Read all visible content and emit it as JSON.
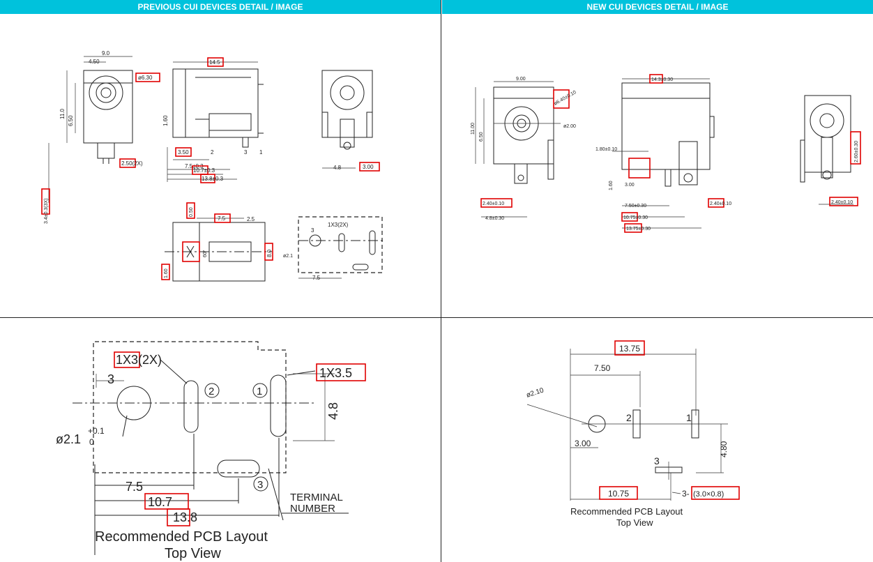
{
  "headers": {
    "previous": "PREVIOUS CUI DEVICES DETAIL / IMAGE",
    "new": "NEW CUI DEVICES DETAIL / IMAGE"
  },
  "prev_detail": {
    "dims": {
      "w_9": "9.0",
      "w_450": "4.50",
      "dia_630": "ø6.30",
      "h_110": "11.0",
      "h_650": "6.50",
      "pin_250": "2.50(2X)",
      "pin_34": "3.4±0.3(3X)",
      "l_145": "14.5",
      "h_160": "1.60",
      "d_350": "3.50",
      "d_75": "7.5±0.3",
      "d_107": "10.7±0.3",
      "d_138": "13.8±0.3",
      "d_48": "4.8",
      "d_300": "3.00",
      "s_075": "0.50",
      "s_75": "7.5",
      "s_25": "2.5",
      "s_80": "8.0",
      "s_160": "1.60",
      "angle": "60°",
      "m_1x3": "1X3(2X)",
      "m_3": "3",
      "m_dia": "ø2.1",
      "m_75": "7.5",
      "pin1": "1",
      "pin2": "2",
      "pin3": "3"
    }
  },
  "new_detail": {
    "dims": {
      "w_900": "9.00",
      "dia_640": "ø6.40±0.10",
      "dia_200": "ø2.00",
      "h_1100": "11.00",
      "h_650": "6.50",
      "l_143": "14.3±0.30",
      "d_180": "1.80±0.10",
      "h_160": "1.60",
      "d_300": "3.00",
      "d_750": "7.50±0.30",
      "d_1075": "10.75±0.30",
      "d_1375": "13.75±0.30",
      "p_240a": "2.40±0.10",
      "p_48": "4.8±0.30",
      "p_240b": "2.40±0.10",
      "r_260": "2.60±0.30",
      "r_240": "2.40±0.10"
    }
  },
  "prev_pcb": {
    "dim_1x3": "1X3(2X)",
    "dim_1x35": "1X3.5",
    "dim_3": "3",
    "dim_dia": "ø2.1",
    "tol_hi": "+0.1",
    "tol_lo": "0",
    "dim_48": "4.8",
    "dim_75": "7.5",
    "dim_107": "10.7",
    "dim_138": "13.8",
    "pin1": "1",
    "pin2": "2",
    "pin3": "3",
    "terminal": "TERMINAL",
    "number": "NUMBER",
    "caption1": "Recommended PCB Layout",
    "caption2": "Top View"
  },
  "new_pcb": {
    "dim_1375": "13.75",
    "dim_750": "7.50",
    "dim_dia": "ø2.10",
    "dim_300": "3.00",
    "dim_480": "4.80",
    "dim_1075": "10.75",
    "pin1": "1",
    "pin2": "2",
    "pin3": "3",
    "slot_prefix": "3-",
    "slot": "(3.0×0.8)",
    "caption1": "Recommended PCB Layout",
    "caption2": "Top View"
  }
}
